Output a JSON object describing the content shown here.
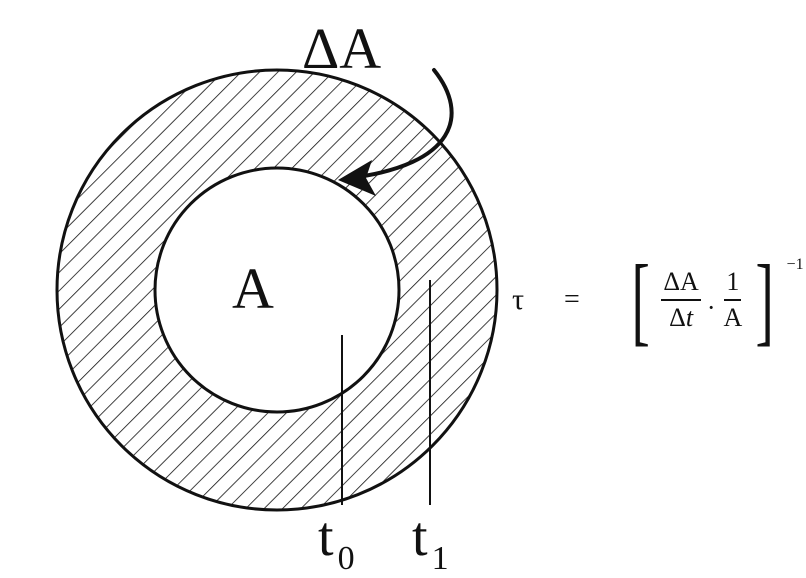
{
  "labels": {
    "delta_a": "ΔA",
    "inner_area": "A",
    "t0_base": "t",
    "t0_sub": "0",
    "t1_base": "t",
    "t1_sub": "1"
  },
  "formula": {
    "tau": "τ",
    "equals": "=",
    "frac1_num": "ΔA",
    "frac1_den_delta": "Δ",
    "frac1_den_t": "t",
    "dot": "·",
    "frac2_num": "1",
    "frac2_den": "A",
    "exponent": "−1"
  },
  "colors": {
    "ink": "#111111",
    "background": "#ffffff"
  }
}
